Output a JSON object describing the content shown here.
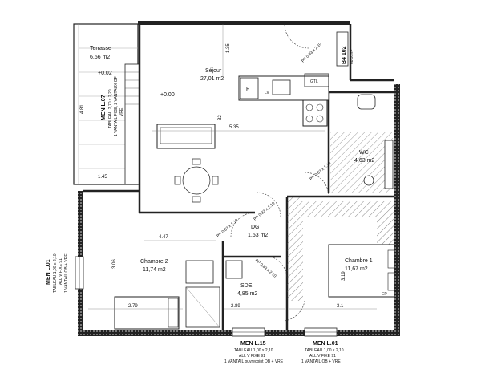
{
  "apartment": {
    "code": "B4 102",
    "area": "68.91m²"
  },
  "rooms": {
    "terrasse": {
      "name": "Terrasse",
      "area": "6,56 m2",
      "level": "+0.02"
    },
    "sejour": {
      "name": "Séjour",
      "area": "27,01 m2",
      "level": "+0.00"
    },
    "wc": {
      "name": "WC",
      "area": "4,63 m2"
    },
    "dgt": {
      "name": "DGT",
      "area": "1,53 m2"
    },
    "chambre2": {
      "name": "Chambre 2",
      "area": "11,74 m2"
    },
    "chambre1": {
      "name": "Chambre 1",
      "area": "11,67 m2"
    },
    "sde": {
      "name": "SDE",
      "area": "4,85 m2"
    }
  },
  "fixtures": {
    "f": "F",
    "lv": "LV",
    "gtl": "GTL",
    "ep": "EP"
  },
  "dimensions": {
    "d135": "1.35",
    "d535": "5.35",
    "d32": "32",
    "d145": "1.45",
    "d447": "4.47",
    "d306": "3.06",
    "d279": "2.79",
    "d289": "2.89",
    "d31": "3.1",
    "d319": "3.19",
    "d481": "4.81"
  },
  "door_tags": {
    "sejour": "PP 0.93 x 2.10",
    "wc": "PP 0.83 x 2.10",
    "dgt": "PP 0.83 x 2.10",
    "ch2": "PP 0.83 x 2.10",
    "sde": "PP 0.83 x 2.10"
  },
  "windows": {
    "men07": {
      "title": "MEN L.07",
      "line1": "TABLEAU 2,70 x 2,20",
      "line2": "1 VANTAIL FIXE, 2 VANTAUX OF",
      "line3": "VRE"
    },
    "men01_left": {
      "title": "MEN L.01",
      "line1": "TABLEAU 1,00 x 2,10",
      "line2": "ALL V FIXE 91",
      "line3": "1 VANTAIL OB + VRE"
    },
    "men15": {
      "title": "MEN L.15",
      "line1": "TABLEAU 1,00 x 2,10",
      "line2": "ALL V FIXE 91",
      "line3": "1 VANTAIL ouvrecoint OB + VRE"
    },
    "men01_bottom": {
      "title": "MEN L.01",
      "line1": "TABLEAU 1,00 x 2,10",
      "line2": "ALL V FIXE 91",
      "line3": "1 VANTAIL OB + VRE"
    }
  }
}
